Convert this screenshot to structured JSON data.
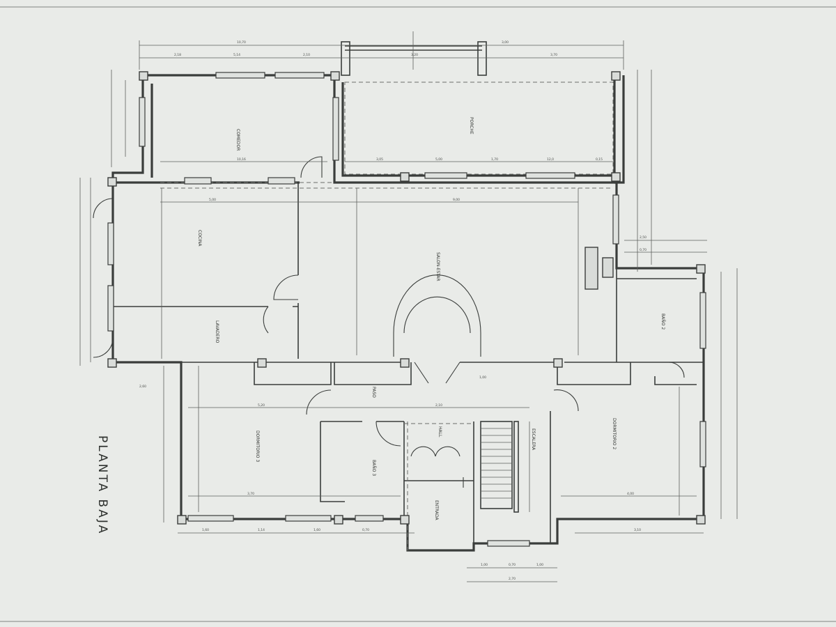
{
  "title": "PLANTA BAJA",
  "rooms": {
    "comedor": "COMEDOR",
    "porche": "PORCHE",
    "cocina": "COCINA",
    "salon_estar": "SALON-ESTAR",
    "lavadero": "LAVADERO",
    "bano2": "BAÑO 2",
    "paso": "PASO",
    "dormitorio3": "DORMITORIO 3",
    "bano3": "BAÑO 3",
    "hall": "HALL",
    "escalera": "ESCALERA",
    "entrada": "ENTRADA",
    "dormitorio2": "DORMITORIO 2"
  },
  "colors": {
    "paper": "#e9ebe8",
    "ink": "#3a3d3b"
  }
}
